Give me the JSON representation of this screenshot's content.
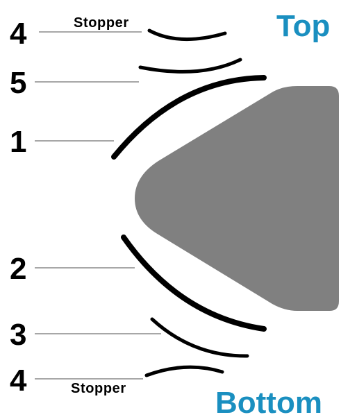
{
  "labels": {
    "top": "Top",
    "bottom": "Bottom",
    "stopper_top": "Stopper",
    "stopper_bottom": "Stopper",
    "n4_top": "4",
    "n5": "5",
    "n1": "1",
    "n2": "2",
    "n3": "3",
    "n4_bottom": "4"
  },
  "colors": {
    "accent": "#1a8fc0",
    "shape_fill": "#808080",
    "arc": "#000000",
    "leader": "#8a8a8a"
  }
}
